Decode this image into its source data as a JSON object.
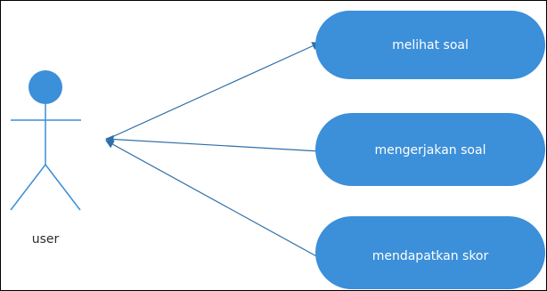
{
  "diagram": {
    "actor": {
      "label": "user",
      "icon": "stick-figure-icon"
    },
    "use_cases": [
      {
        "label": "melihat soal"
      },
      {
        "label": "mengerjakan soal"
      },
      {
        "label": "mendapatkan skor"
      }
    ],
    "colors": {
      "use_case_fill": "#3c8fd9",
      "actor_color": "#3c8fd9",
      "line_color": "#2f6fa8",
      "use_case_text": "#ffffff",
      "border": "#000000"
    }
  }
}
